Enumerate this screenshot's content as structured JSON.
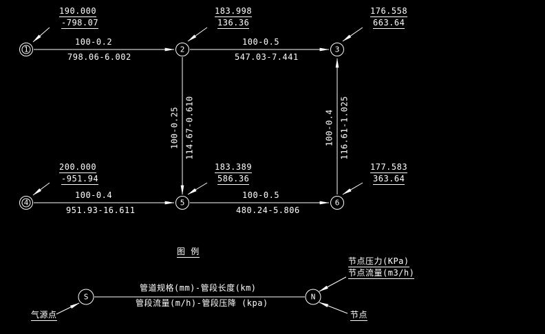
{
  "app": {
    "background": "#000000",
    "line_color": "#ffffff"
  },
  "nodes": {
    "n1": {
      "id": "1",
      "pressure": "190.000",
      "flow": "-798.07"
    },
    "n2": {
      "id": "2",
      "pressure": "183.998",
      "flow": "136.36"
    },
    "n3": {
      "id": "3",
      "pressure": "176.558",
      "flow": "663.64"
    },
    "n4": {
      "id": "4",
      "pressure": "200.000",
      "flow": "-951.94"
    },
    "n5": {
      "id": "5",
      "pressure": "183.389",
      "flow": "586.36"
    },
    "n6": {
      "id": "6",
      "pressure": "177.583",
      "flow": "363.64"
    }
  },
  "edges": {
    "e12": {
      "from": "1",
      "to": "2",
      "spec_length": "100-0.2",
      "flow_drop": "798.06-6.002"
    },
    "e23": {
      "from": "2",
      "to": "3",
      "spec_length": "100-0.5",
      "flow_drop": "547.03-7.441"
    },
    "e25": {
      "from": "2",
      "to": "5",
      "spec_length": "100-0.25",
      "flow_drop": "114.67-0.610"
    },
    "e45": {
      "from": "4",
      "to": "5",
      "spec_length": "100-0.4",
      "flow_drop": "951.93-16.611"
    },
    "e56": {
      "from": "5",
      "to": "6",
      "spec_length": "100-0.5",
      "flow_drop": "480.24-5.806"
    },
    "e63": {
      "from": "6",
      "to": "3",
      "spec_length": "100-0.4",
      "flow_drop": "116.61-1.025"
    }
  },
  "legend": {
    "title": "图  例",
    "source_symbol": "S",
    "node_symbol": "N",
    "pipe_label_top": "管道规格(mm)-管段长度(km)",
    "pipe_label_bottom": "管段流量(m/h)-管段压降 (kpa)",
    "node_pressure_label": "节点压力(KPa)",
    "node_flow_label": "节点流量(m3/h)",
    "source_label": "气源点",
    "node_label": "节点"
  }
}
